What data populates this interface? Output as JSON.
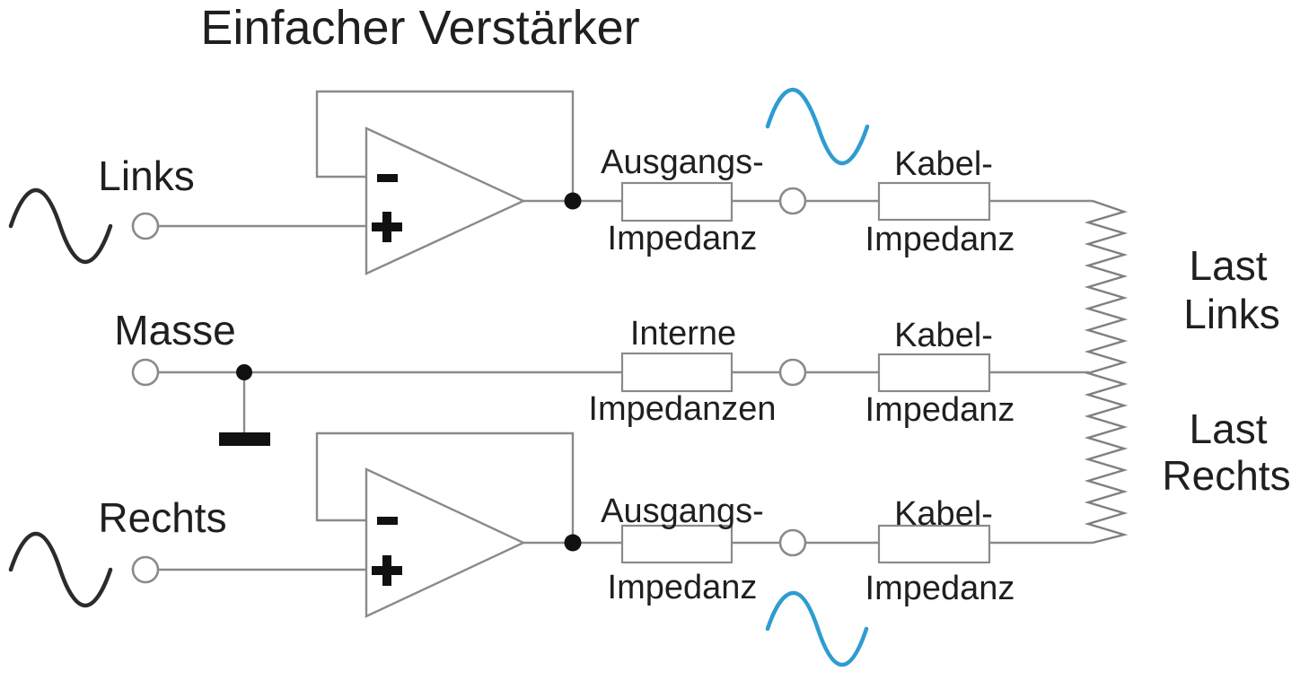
{
  "title": "Einfacher Verstärker",
  "colors": {
    "wire": "#8a8a8a",
    "text": "#1f1f1f",
    "signal_black": "#2b2b2b",
    "signal_blue": "#2f9cd1",
    "node_black": "#111111"
  },
  "inputs": {
    "links": {
      "label": "Links"
    },
    "masse": {
      "label": "Masse"
    },
    "rechts": {
      "label": "Rechts"
    }
  },
  "opamps": {
    "top": {
      "minus": "−",
      "plus": "+"
    },
    "bottom": {
      "minus": "−",
      "plus": "+"
    }
  },
  "impedances": {
    "top_output": {
      "line1": "Ausgangs-",
      "line2": "Impedanz"
    },
    "top_cable": {
      "line1": "Kabel-",
      "line2": "Impedanz"
    },
    "internal": {
      "line1": "Interne",
      "line2": "Impedanzen"
    },
    "middle_cable": {
      "line1": "Kabel-",
      "line2": "Impedanz"
    },
    "bottom_output": {
      "line1": "Ausgangs-",
      "line2": "Impedanz"
    },
    "bottom_cable": {
      "line1": "Kabel-",
      "line2": "Impedanz"
    }
  },
  "loads": {
    "links": {
      "line1": "Last",
      "line2": "Links"
    },
    "rechts": {
      "line1": "Last",
      "line2": "Rechts"
    }
  }
}
